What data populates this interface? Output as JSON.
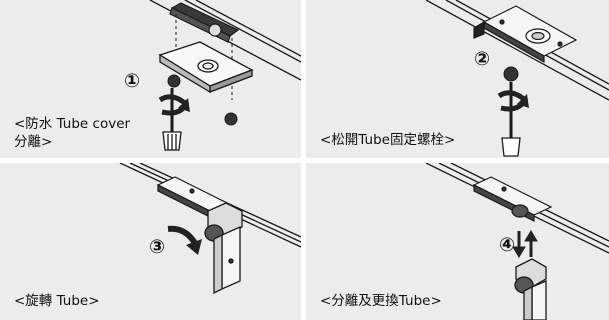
{
  "panels": [
    {
      "step": "①",
      "caption_line1": "<防水 Tube cover",
      "caption_line2": "分離>"
    },
    {
      "step": "②",
      "caption_line1": "<松開Tube固定螺栓>"
    },
    {
      "step": "③",
      "caption_line1": "<旋轉 Tube>"
    },
    {
      "step": "④",
      "caption_line1": "<分離及更換Tube>"
    }
  ],
  "colors": {
    "panel_bg": "#ececec",
    "stroke": "#1a1a1a",
    "arrow": "#222222"
  }
}
